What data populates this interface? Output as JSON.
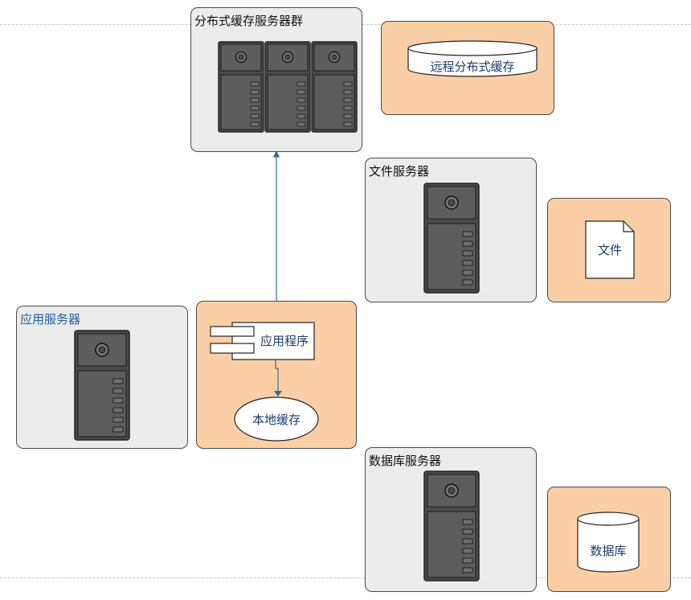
{
  "groups": {
    "cache_cluster": {
      "title": "分布式缓存服务器群"
    },
    "file_server": {
      "title": "文件服务器"
    },
    "app_server": {
      "title": "应用服务器"
    },
    "db_server": {
      "title": "数据库服务器"
    }
  },
  "nodes": {
    "remote_cache": {
      "label": "远程分布式缓存"
    },
    "file": {
      "label": "文件"
    },
    "app_program": {
      "label": "应用程序"
    },
    "local_cache": {
      "label": "本地缓存"
    },
    "database": {
      "label": "数据库"
    }
  },
  "colors": {
    "group_fill": "#ececec",
    "node_fill": "#fbcfa5",
    "connector": "#2f6e97",
    "server_body": "#4a4a4a"
  }
}
